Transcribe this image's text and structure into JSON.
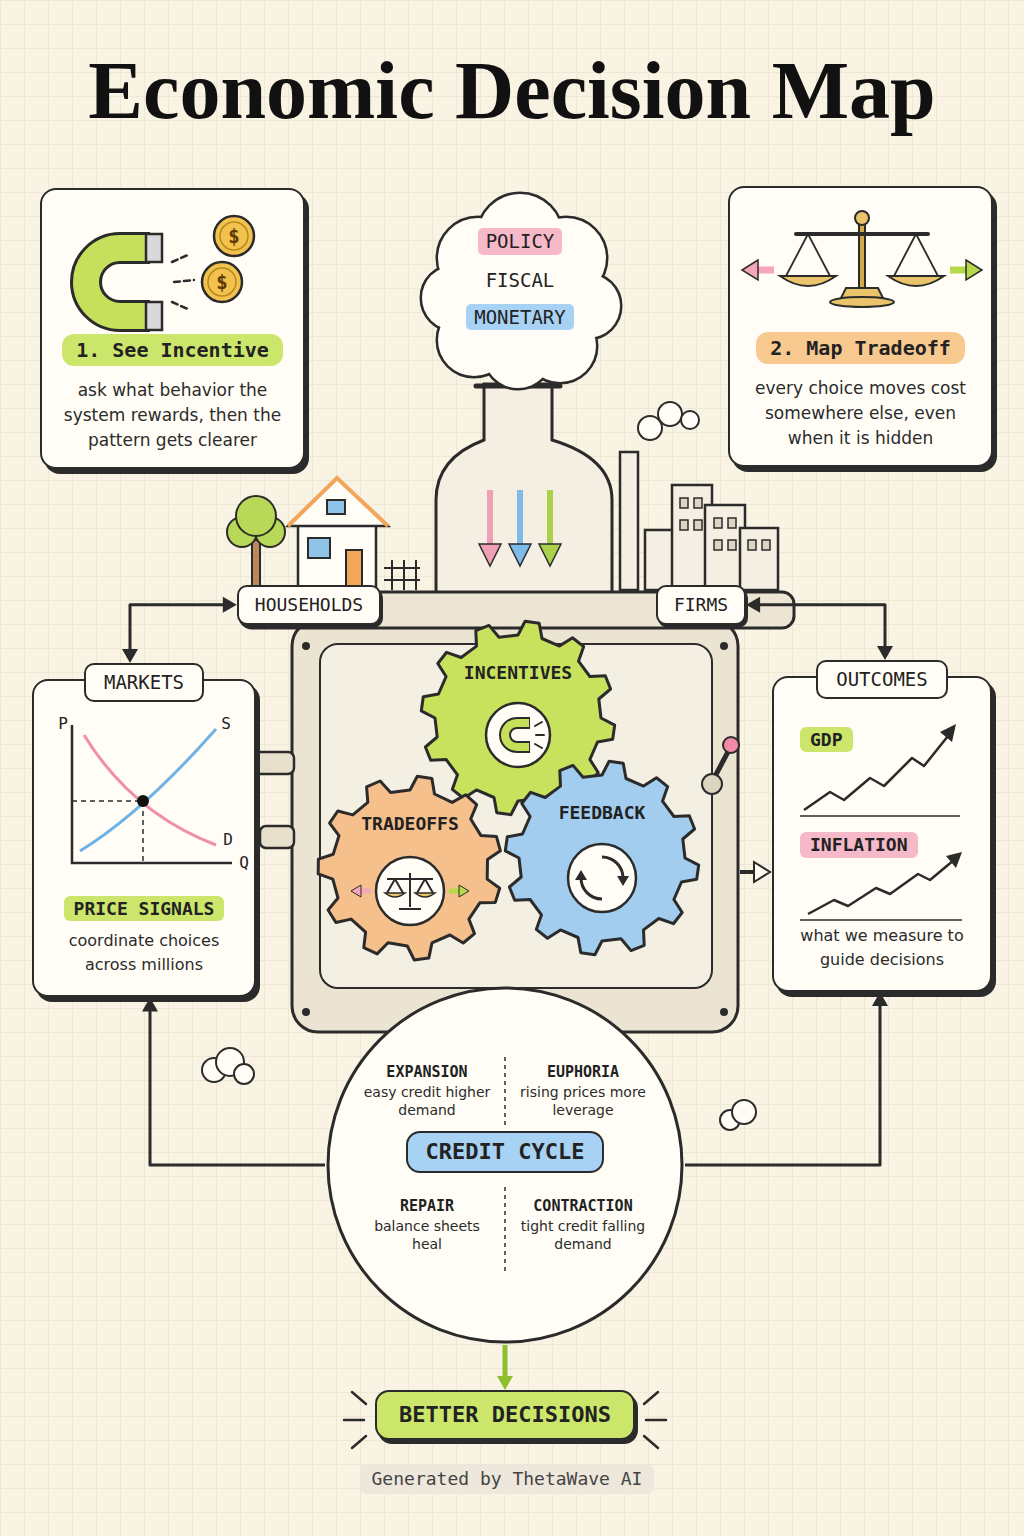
{
  "diagram": {
    "title": "Economic Decision Map",
    "nodes": [
      {
        "text": [
          "1. See Incentive",
          "ask what behavior the system rewards, then the pattern gets clearer"
        ]
      },
      {
        "text": [
          "POLICY",
          "FISCAL",
          "MONETARY"
        ]
      },
      {
        "text": [
          "2. Map Tradeoff",
          "every choice moves cost somewhere else, even when it is hidden"
        ]
      },
      {
        "text": [
          "HOUSEHOLDS"
        ]
      },
      {
        "text": [
          "FIRMS"
        ]
      },
      {
        "text": [
          "MARKETS",
          "PRICE SIGNALS",
          "coordinate choices across millions"
        ]
      },
      {
        "text": [
          "INCENTIVES"
        ]
      },
      {
        "text": [
          "TRADEOFFS"
        ]
      },
      {
        "text": [
          "FEEDBACK"
        ]
      },
      {
        "text": [
          "OUTCOMES",
          "GDP",
          "INFLATION",
          "what we measure to guide decisions"
        ]
      },
      {
        "text": [
          "CREDIT CYCLE"
        ]
      },
      {
        "text": [
          "EXPANSION",
          "easy credit higher demand"
        ],
        "in": 10
      },
      {
        "text": [
          "EUPHORIA",
          "rising prices more leverage"
        ],
        "in": 10
      },
      {
        "text": [
          "REPAIR",
          "balance sheets heal"
        ],
        "in": 10
      },
      {
        "text": [
          "CONTRACTION",
          "tight credit falling demand"
        ],
        "in": 10
      },
      {
        "text": [
          "BETTER DECISIONS"
        ]
      }
    ],
    "edges": [
      {
        "from": 3,
        "to": 5,
        "arrow": "both"
      },
      {
        "from": 4,
        "to": 9,
        "arrow": "both"
      },
      {
        "from": 10,
        "to": 5,
        "arrow": "to"
      },
      {
        "from": 10,
        "to": 9,
        "arrow": "to"
      },
      {
        "from": 10,
        "to": 15,
        "arrow": "to"
      },
      {
        "from": 11,
        "to": 12,
        "arrow": "to"
      },
      {
        "from": 12,
        "to": 14,
        "arrow": "to"
      },
      {
        "from": 14,
        "to": 13,
        "arrow": "to"
      },
      {
        "from": 13,
        "to": 11,
        "arrow": "to"
      }
    ],
    "labels": [
      "$",
      "$",
      "P",
      "S",
      "D",
      "Q",
      "Generated by ThetaWave AI"
    ]
  }
}
